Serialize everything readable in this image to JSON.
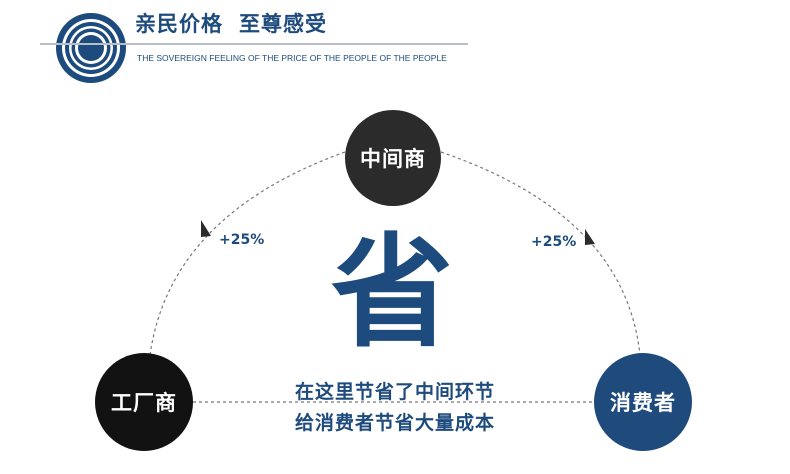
{
  "header": {
    "title_1": "亲民价格",
    "title_2": "至尊感受",
    "subtitle": "THE SOVEREIGN FEELING OF THE PRICE OF THE PEOPLE OF THE PEOPLE"
  },
  "diagram": {
    "nodes": {
      "middleman": "中间商",
      "factory": "工厂商",
      "consumer": "消费者"
    },
    "markup_left": "+25%",
    "markup_right": "+25%",
    "center_char": "省",
    "message_line_1": "在这里节省了中间环节",
    "message_line_2": "给消费者节省大量成本"
  },
  "colors": {
    "brand_blue": "#1e4b7d",
    "middleman_circle": "#2b2b2b",
    "factory_circle": "#121212",
    "consumer_circle": "#1e4a7c",
    "dashed_line": "#777777"
  },
  "icons": {
    "logo": "concentric-rings-logo-icon"
  }
}
